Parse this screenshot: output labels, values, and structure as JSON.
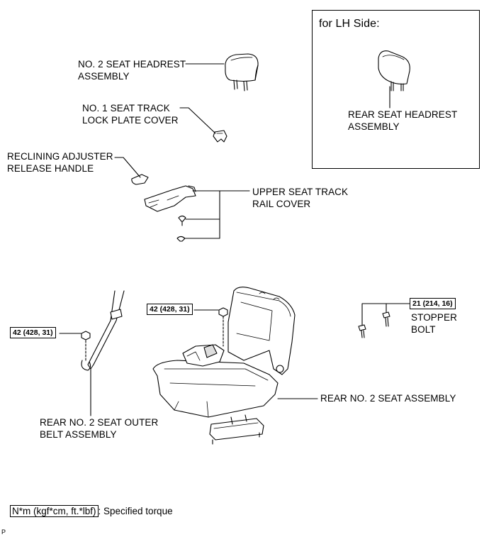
{
  "inset": {
    "title": "for LH Side:",
    "part_label": "REAR SEAT HEADREST\nASSEMBLY"
  },
  "parts": {
    "headrest": "NO. 2 SEAT HEADREST\nASSEMBLY",
    "lock_plate_cover": "NO. 1 SEAT TRACK\nLOCK PLATE COVER",
    "reclining_handle": "RECLINING ADJUSTER\nRELEASE HANDLE",
    "upper_rail_cover": "UPPER SEAT TRACK\nRAIL COVER",
    "stopper_bolt": "STOPPER\nBOLT",
    "rear_seat": "REAR NO. 2 SEAT ASSEMBLY",
    "outer_belt": "REAR NO. 2 SEAT OUTER\nBELT ASSEMBLY"
  },
  "torques": {
    "belt_nut": "42 (428, 31)",
    "seat_nut": "42 (428, 31)",
    "stopper_bolt": "21 (214, 16)"
  },
  "legend": {
    "unit": "N*m (kgf*cm, ft.*lbf)",
    "text": ": Specified torque"
  },
  "page_code": "P"
}
